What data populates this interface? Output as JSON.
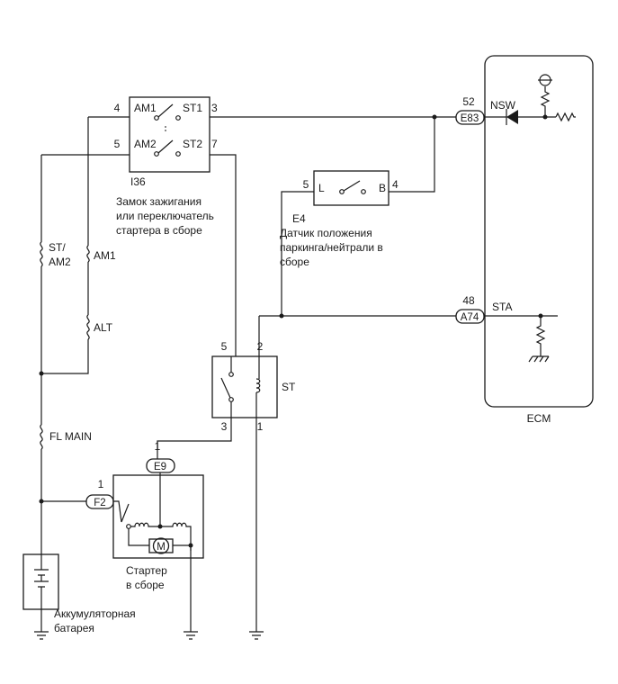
{
  "ignition_switch": {
    "id": "I36",
    "pin_am1": "4",
    "label_am1": "AM1",
    "label_st1": "ST1",
    "pin_st1": "3",
    "pin_am2": "5",
    "label_am2": "AM2",
    "label_st2": "ST2",
    "pin_st2": "7",
    "desc": [
      "Замок зажигания",
      "или переключатель",
      "стартера в сборе"
    ]
  },
  "park_neutral_switch": {
    "id": "E4",
    "pin_l": "5",
    "label_l": "L",
    "label_b": "B",
    "pin_b": "4",
    "desc": [
      "Датчик положения",
      "паркинга/нейтрали в",
      "сборе"
    ]
  },
  "ecm": {
    "label": "ECM",
    "nsw_pin": "52",
    "nsw_connector": "E83",
    "nsw_label": "NSW",
    "sta_pin": "48",
    "sta_connector": "A74",
    "sta_label": "STA"
  },
  "fuses": {
    "st_am2": [
      "ST/",
      "AM2"
    ],
    "am1": "AM1",
    "alt": "ALT",
    "fl_main": "FL MAIN"
  },
  "st_relay": {
    "label": "ST",
    "pin5": "5",
    "pin2": "2",
    "pin3": "3",
    "pin1": "1"
  },
  "starter": {
    "e9_pin": "1",
    "e9_connector": "E9",
    "f2_pin": "1",
    "f2_connector": "F2",
    "motor": "M",
    "desc": [
      "Стартер",
      "в сборе"
    ]
  },
  "battery": {
    "desc": [
      "Аккумуляторная",
      "батарея"
    ]
  }
}
